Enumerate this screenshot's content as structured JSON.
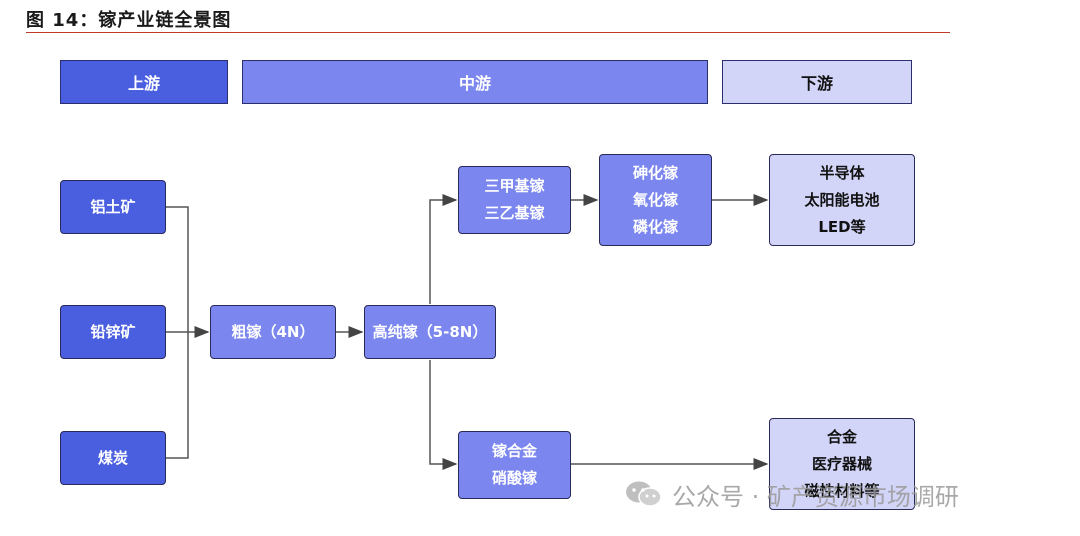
{
  "title": "图 14：镓产业链全景图",
  "stages": {
    "upstream": "上游",
    "midstream": "中游",
    "downstream": "下游"
  },
  "nodes": {
    "bauxite": [
      "铝土矿"
    ],
    "lead_zinc": [
      "铅锌矿"
    ],
    "coal": [
      "煤炭"
    ],
    "crude_gallium": [
      "粗镓（4N）"
    ],
    "high_purity": [
      "高纯镓（5-8N）"
    ],
    "organic": [
      "三甲基镓",
      "三乙基镓"
    ],
    "compounds": [
      "砷化镓",
      "氧化镓",
      "磷化镓"
    ],
    "apps1": [
      "半导体",
      "太阳能电池",
      "LED等"
    ],
    "alloy": [
      "镓合金",
      "硝酸镓"
    ],
    "apps2": [
      "合金",
      "医疗器械",
      "磁性材料等"
    ]
  },
  "watermark": "公众号 · 矿产资源市场调研",
  "colors": {
    "upstream": "#4a5fe0",
    "midstream": "#7b86ef",
    "downstream": "#d3d5f8",
    "rule": "#c0392b"
  }
}
